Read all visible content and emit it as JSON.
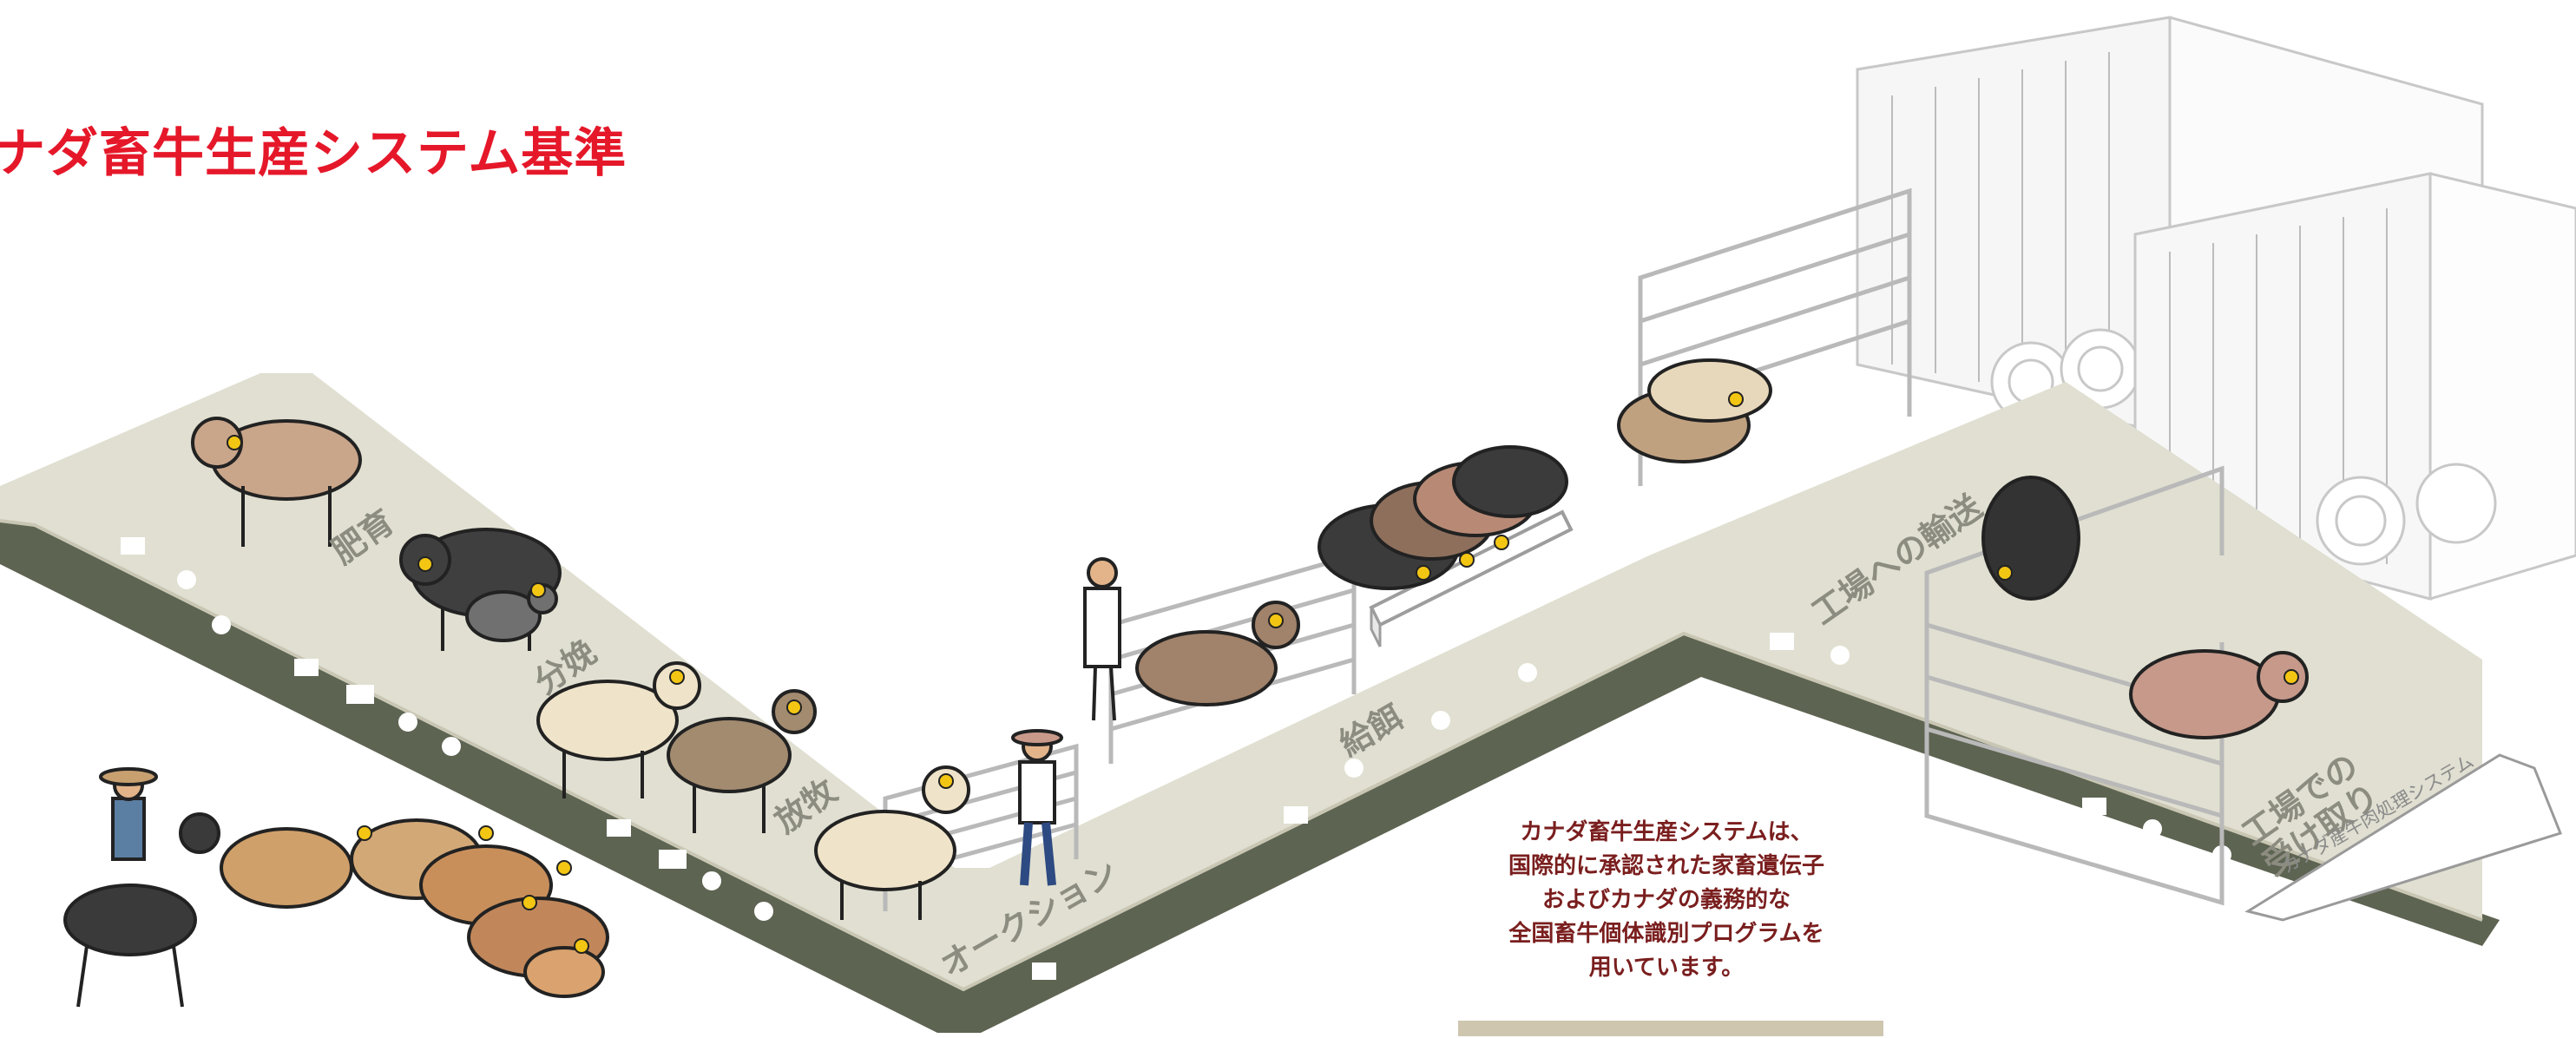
{
  "title": "ナダ畜牛生産システム基準",
  "stages": {
    "fattening": "肥育",
    "calving": "分娩",
    "grazing": "放牧",
    "auction": "オークション",
    "feeding": "給餌",
    "transport": "工場への輸送",
    "receiving": "工場での受け取り"
  },
  "processing_system": "カナダ産牛肉処理システム",
  "caption_lines": [
    "カナダ畜牛生産システムは、",
    "国際的に承認された家畜遺伝子",
    "およびカナダの義務的な",
    "全国畜牛個体識別プログラムを",
    "用いています。"
  ],
  "colors": {
    "title": "#e5182a",
    "path_top": "#e0dfd1",
    "path_edge": "#5d6452",
    "caption": "#7a1e1e"
  }
}
